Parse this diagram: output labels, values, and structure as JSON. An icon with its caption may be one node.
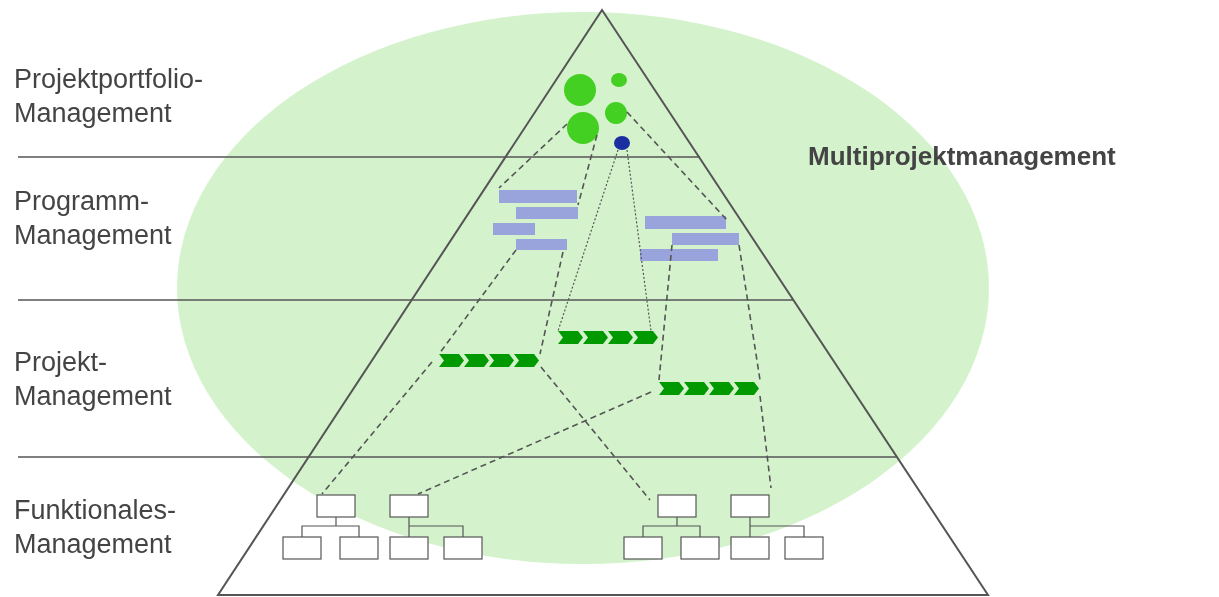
{
  "diagram": {
    "labels": [
      "Projektportfolio- Management",
      "Programm- Management",
      "Projekt- Management",
      "Funktionales- Management",
      "Multiprojektmanagement"
    ]
  }
}
